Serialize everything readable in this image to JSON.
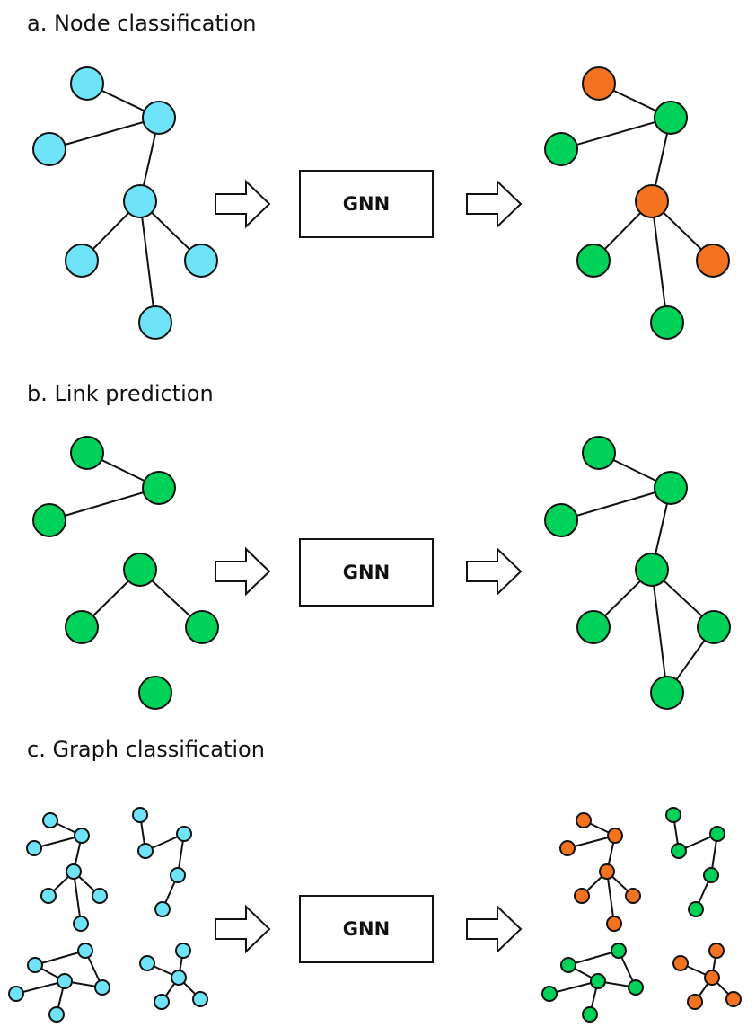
{
  "sections": [
    {
      "title": "a.  Node classification",
      "model_label": "GNN"
    },
    {
      "title": "b.  Link prediction",
      "model_label": "GNN"
    },
    {
      "title": "c.  Graph classification",
      "model_label": "GNN"
    }
  ],
  "colors": {
    "blue": "#6fe3f7",
    "green": "#00d158",
    "orange": "#f47320",
    "stroke": "#111111"
  },
  "icons": {
    "arrow": "right-arrow-icon"
  }
}
